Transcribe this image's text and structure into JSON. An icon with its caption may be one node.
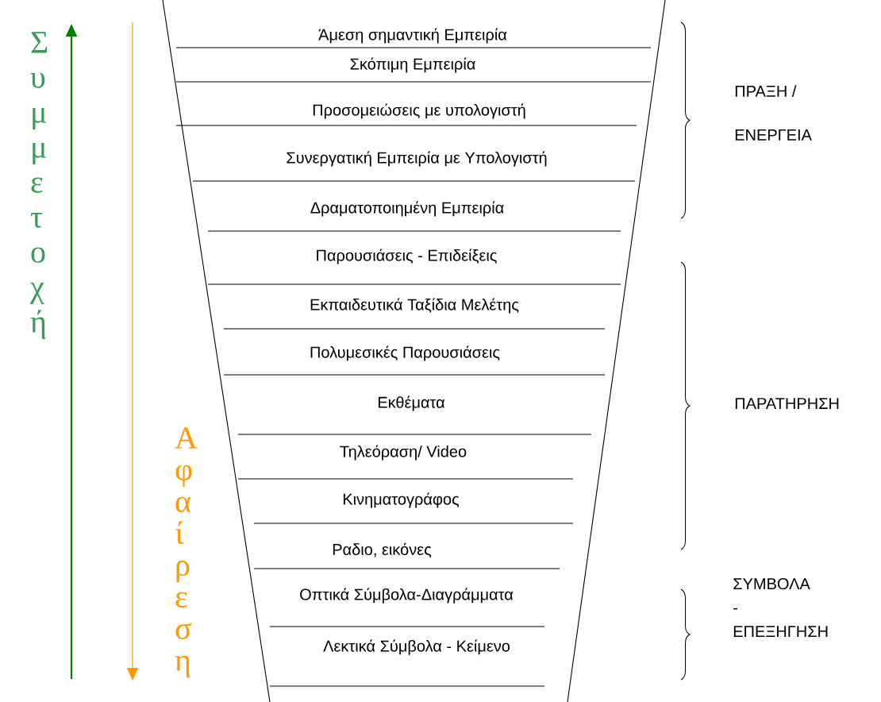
{
  "diagram": {
    "labels": [
      "Άμεση σημαντική Εμπειρία",
      "Σκόπιμη Εμπειρία",
      "Προσομειώσεις με υπολογιστή",
      "Συνεργατική Εμπειρία με Υπολογιστή",
      "Δραματοποιημένη Εμπειρία",
      "Παρουσιάσεις - Επιδείξεις",
      "Εκπαιδευτικά Ταξίδια Μελέτης",
      "Πολυμεσικές Παρουσιάσεις",
      "Εκθέματα",
      "Τηλεόραση/ Video",
      "Κινηματογράφος",
      "Ραδιο, εικόνες",
      "Οπτικά Σύμβολα-Διαγράμματα",
      "Λεκτικά Σύμβολα - Κείμενο",
      "ΠΡΑΞΗ / ΕΝΕΡΓΕΙΑ",
      "ΠΑΡΑΤΗΡΗΣΗ",
      "ΣΥΜΒΟΛΑ - ΕΠΕΞΗΓΗΣΗ",
      "Συμμετοχή",
      "Αφαίρεση"
    ]
  }
}
